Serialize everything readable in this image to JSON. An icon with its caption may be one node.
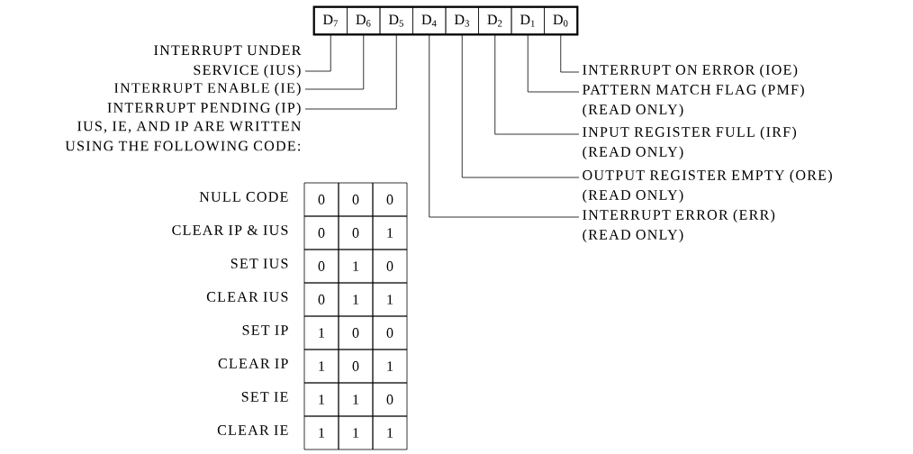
{
  "diagram": {
    "nodes": [
      {
        "text": [
          "D$_{7}$"
        ]
      },
      {
        "text": [
          "D$_{6}$"
        ]
      },
      {
        "text": [
          "D$_{5}$"
        ]
      },
      {
        "text": [
          "D$_{4}$"
        ]
      },
      {
        "text": [
          "D$_{3}$"
        ]
      },
      {
        "text": [
          "D$_{2}$"
        ]
      },
      {
        "text": [
          "D$_{1}$"
        ]
      },
      {
        "text": [
          "D$_{0}$"
        ]
      },
      {
        "text": [
          "INTERRUPT UNDER SERVICE (IUS)"
        ]
      },
      {
        "text": [
          "INTERRUPT ENABLE (IE)"
        ]
      },
      {
        "text": [
          "INTERRUPT PENDING (IP)"
        ]
      },
      {
        "text": [
          "INTERRUPT ON ERROR (IOE)"
        ]
      },
      {
        "text": [
          "PATTERN MATCH FLAG (PMF) (READ ONLY)"
        ]
      },
      {
        "text": [
          "INPUT REGISTER FULL (IRF) (READ ONLY)"
        ]
      },
      {
        "text": [
          "OUTPUT REGISTER EMPTY (ORE) (READ ONLY)"
        ]
      },
      {
        "text": [
          "INTERRUPT ERROR (ERR) (READ ONLY)"
        ]
      }
    ],
    "edges": [
      {
        "from": 8,
        "to": 0,
        "arrow": "none"
      },
      {
        "from": 9,
        "to": 1,
        "arrow": "none"
      },
      {
        "from": 10,
        "to": 2,
        "arrow": "none"
      },
      {
        "from": 11,
        "to": 7,
        "arrow": "none"
      },
      {
        "from": 12,
        "to": 6,
        "arrow": "none"
      },
      {
        "from": 13,
        "to": 5,
        "arrow": "none"
      },
      {
        "from": 14,
        "to": 4,
        "arrow": "none"
      },
      {
        "from": 15,
        "to": 3,
        "arrow": "none"
      }
    ],
    "labels": [
      "IUS, IE, AND IP ARE WRITTEN USING THE FOLLOWING CODE:",
      "NULL CODE",
      "0",
      "0",
      "0",
      "CLEAR IP & IUS",
      "0",
      "0",
      "1",
      "SET IUS",
      "0",
      "1",
      "0",
      "CLEAR IUS",
      "0",
      "1",
      "1",
      "SET IP",
      "1",
      "0",
      "0",
      "CLEAR IP",
      "1",
      "0",
      "1",
      "SET IE",
      "1",
      "1",
      "0",
      "CLEAR IE",
      "1",
      "1",
      "1"
    ]
  }
}
